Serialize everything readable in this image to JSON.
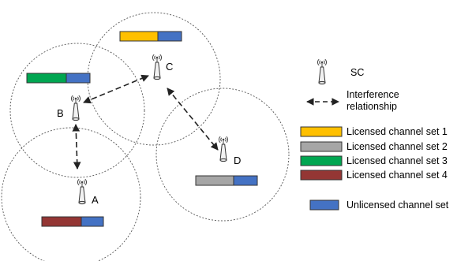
{
  "nodes": [
    {
      "id": "A",
      "label": "A",
      "channels": [
        "licensed_4",
        "unlicensed"
      ]
    },
    {
      "id": "B",
      "label": "B",
      "channels": [
        "licensed_3",
        "unlicensed"
      ]
    },
    {
      "id": "C",
      "label": "C",
      "channels": [
        "licensed_1",
        "unlicensed"
      ]
    },
    {
      "id": "D",
      "label": "D",
      "channels": [
        "licensed_2",
        "unlicensed"
      ]
    }
  ],
  "interference": [
    [
      "B",
      "C"
    ],
    [
      "B",
      "A"
    ],
    [
      "C",
      "D"
    ]
  ],
  "legend": {
    "sc": {
      "label": "SC",
      "icon": "antenna-icon"
    },
    "interference": {
      "label": "Interference relationship",
      "icon": "double-arrow-icon"
    },
    "channel_sets": [
      {
        "key": "licensed_1",
        "label": "Licensed channel set 1",
        "color": "#FFC000"
      },
      {
        "key": "licensed_2",
        "label": "Licensed channel set 2",
        "color": "#A6A6A6"
      },
      {
        "key": "licensed_3",
        "label": "Licensed channel set 3",
        "color": "#00A651"
      },
      {
        "key": "licensed_4",
        "label": "Licensed channel set 4",
        "color": "#943634"
      },
      {
        "key": "unlicensed",
        "label": "Unlicensed channel set",
        "color": "#4472C4"
      }
    ]
  }
}
